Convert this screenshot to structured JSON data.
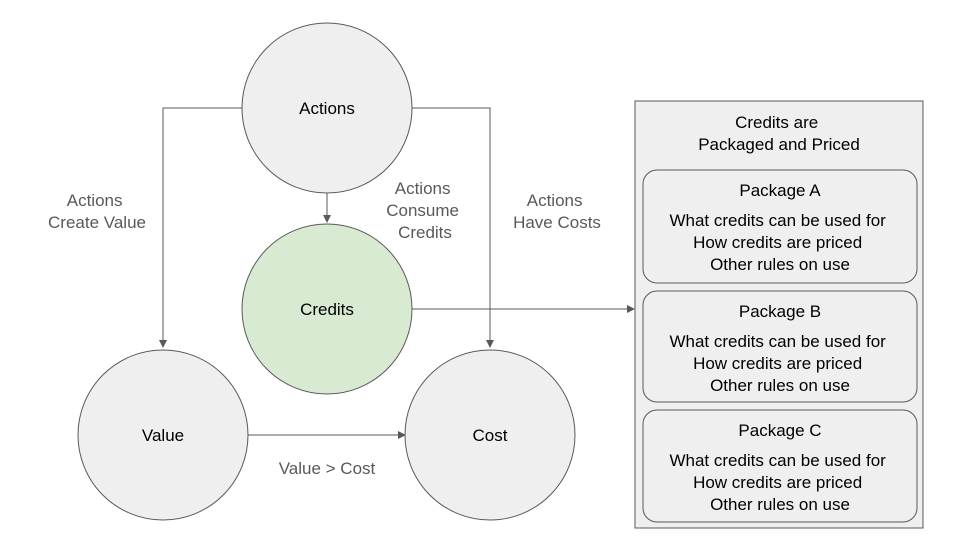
{
  "nodes": {
    "actions": {
      "label": "Actions"
    },
    "credits": {
      "label": "Credits"
    },
    "value": {
      "label": "Value"
    },
    "cost": {
      "label": "Cost"
    }
  },
  "edge_labels": {
    "create_value": [
      "Actions",
      "Create Value"
    ],
    "consume_credits": [
      "Actions",
      "Consume",
      "Credits"
    ],
    "have_costs": [
      "Actions",
      "Have Costs"
    ],
    "value_gt_cost": "Value > Cost"
  },
  "panel": {
    "title": [
      "Credits are",
      "Packaged and Priced"
    ],
    "packages": [
      {
        "name": "Package A",
        "lines": [
          "What credits can be used for",
          "How credits are priced",
          "Other rules on use"
        ]
      },
      {
        "name": "Package B",
        "lines": [
          "What credits can be used for",
          "How credits are priced",
          "Other rules on use"
        ]
      },
      {
        "name": "Package C",
        "lines": [
          "What credits can be used for",
          "How credits are priced",
          "Other rules on use"
        ]
      }
    ]
  },
  "colors": {
    "node_fill": "#efefef",
    "highlight_fill": "#d9ead3",
    "stroke": "#595959",
    "label_text": "#595959"
  }
}
